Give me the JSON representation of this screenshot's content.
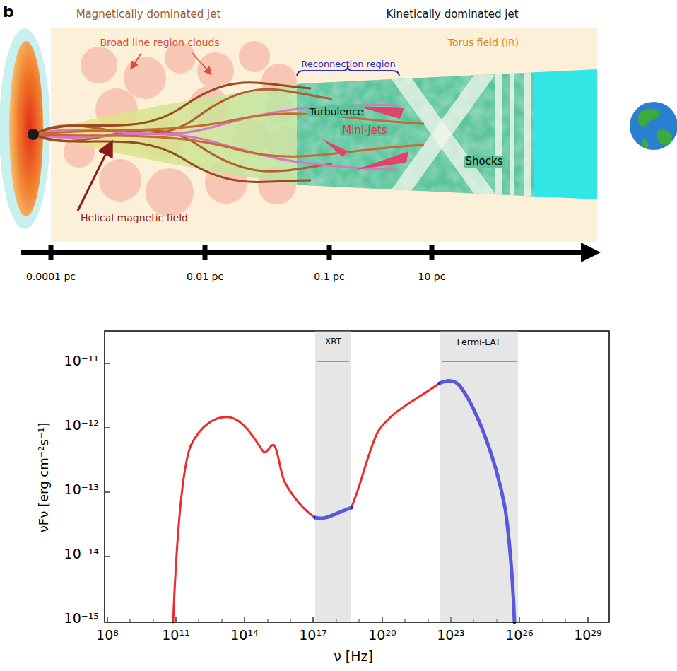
{
  "diagram": {
    "nodes": [
      {
        "text": [
          "XRT"
        ]
      },
      {
        "text": [
          "Fermi-LAT"
        ]
      }
    ],
    "labels": [
      "b",
      "Magnetically dominated jet",
      "Kinetically dominated jet",
      "Broad line region clouds",
      "Torus field (IR)",
      "Reconnection region",
      "Turbulence",
      "Mini-jets",
      "Shocks",
      "Helical magnetic field",
      "0.0001 pc",
      "0.01 pc",
      "0.1 pc",
      "10 pc",
      "10⁻¹¹",
      "10⁻¹²",
      "10⁻¹³",
      "10⁻¹⁴",
      "10⁻¹⁵",
      "νFν [erg cm⁻²s⁻¹]",
      "10⁸",
      "10¹¹",
      "10¹⁴",
      "10¹⁷",
      "10²⁰",
      "10²³",
      "10²⁶",
      "10²⁹",
      "ν [Hz]"
    ]
  }
}
